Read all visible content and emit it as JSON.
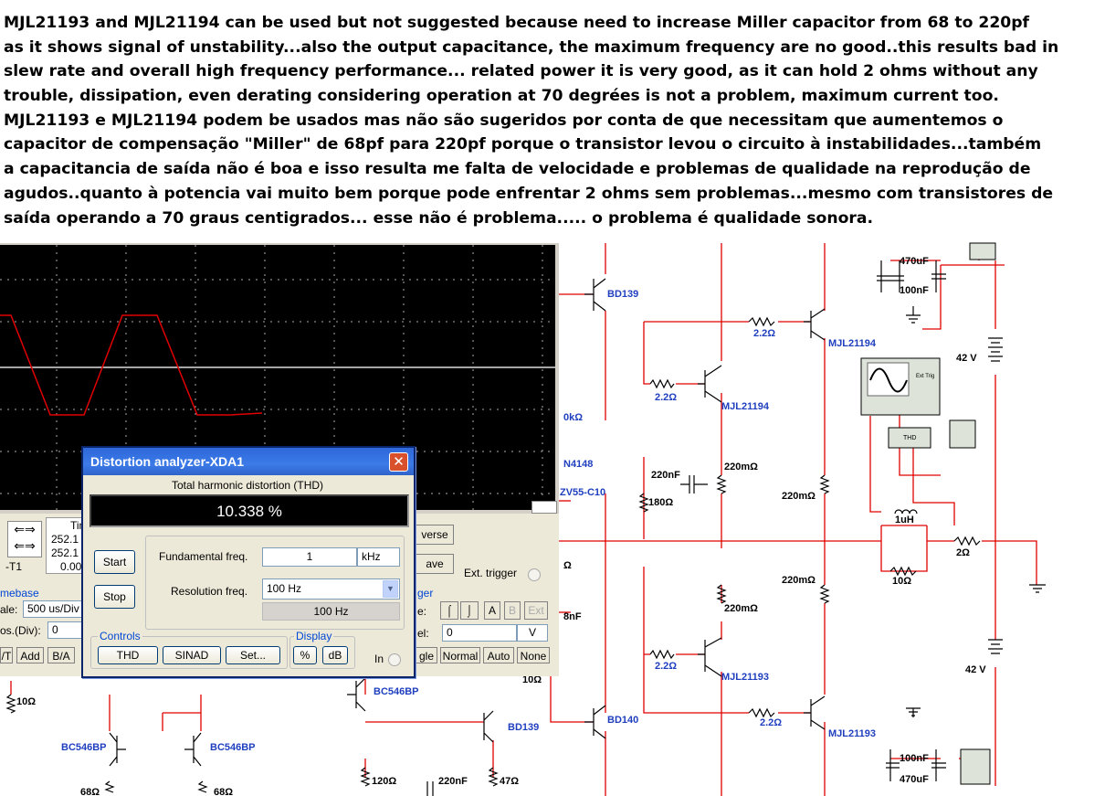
{
  "caption": {
    "lines": [
      "MJL21193 and MJL21194 can be used but not suggested because need to increase Miller capacitor from 68 to 220pf",
      "as it shows signal of unstability...also the output capacitance, the maximum frequency are no good..this results bad in",
      "slew rate and overall high frequency performance... related power it is very good, as it can hold 2 ohms without any",
      "trouble, dissipation, even derating considering operation at 70 degrées is not a problem, maximum current too.",
      "MJL21193 e MJL21194 podem be usados mas não são sugeridos por conta de que necessitam que aumentemos o",
      "capacitor de compensação \"Miller\" de 68pf para 220pf porque o transistor levou o circuito à instabilidades...também",
      "a capacitancia de saída não é boa e isso resulta me falta de velocidade e problemas de qualidade na reprodução de",
      "agudos..quanto à potencia vai muito bem porque pode enfrentar 2 ohms sem problemas...mesmo com transistores de",
      "saída operando a 70 graus centigrados... esse não é problema..... o problema é qualidade sonora."
    ]
  },
  "schematic": {
    "labels": {
      "q_bd139_top": "BD139",
      "q_bd139_bottom": "BD139",
      "q_bd140": "BD140",
      "q_mjl21194_a": "MJL21194",
      "q_mjl21194_b": "MJL21194",
      "q_mjl21193_a": "MJL21193",
      "q_mjl21193_b": "MJL21193",
      "q_bc546_a": "BC546BP",
      "q_bc546_b": "BC546BP",
      "q_bc546_c": "BC546BP",
      "d_1n4148": "N4148",
      "d_bzv55": "ZV55-C10",
      "r_22_a": "2.2Ω",
      "r_22_b": "2.2Ω",
      "r_22_c": "2.2Ω",
      "r_22_d": "2.2Ω",
      "r_220m_a": "220mΩ",
      "r_220m_b": "220mΩ",
      "r_220m_c": "220mΩ",
      "r_220m_d": "220mΩ",
      "c_220nf_mid": "220nF",
      "r_180": "180Ω",
      "r_10k": "0kΩ",
      "r_2": "2Ω",
      "r_10_out": "10Ω",
      "l_1uh": "1uH",
      "c_470_top": "470uF",
      "c_100n_top": "100nF",
      "c_100n_bot": "100nF",
      "c_470_bot": "470uF",
      "v_top": "42 V",
      "v_bot": "42 V",
      "r_10_left": "10Ω",
      "r_10_mid": "10Ω",
      "r_120": "120Ω",
      "c_220nf_bot": "220nF",
      "r_47": "47Ω",
      "r_68_a": "68Ω",
      "r_68_b": "68Ω",
      "c_8nf": "8nF",
      "frag_q": "Ω",
      "thd_inst": "THD",
      "ext_trig": "Ext Trig"
    }
  },
  "oscilloscope": {
    "fragments": {
      "tim": "Tim",
      "t1": "-T1",
      "v1": "252.1",
      "v2": "252.1",
      "v3": "0.00",
      "timebase_header": "mebase",
      "scale_lbl": "ale:",
      "scale_val": "500 us/Div",
      "pos_lbl": "os.(Div):",
      "pos_val": "0",
      "trigger_header": "ger",
      "edge_lbl": "e:",
      "level_lbl": "el:",
      "level_val": "0",
      "level_unit": "V",
      "reverse": "verse",
      "save": "ave",
      "ext_trigger": "Ext. trigger",
      "ab_a": "A",
      "ab_b": "B",
      "ab_ext": "Ext",
      "btn_yt": "/T",
      "btn_add": "Add",
      "btn_ba": "B/A",
      "btn_single": "gle",
      "btn_normal": "Normal",
      "btn_auto": "Auto",
      "btn_none": "None"
    }
  },
  "analyzer": {
    "title": "Distortion analyzer-XDA1",
    "close": "✕",
    "thd_header": "Total harmonic distortion (THD)",
    "thd_value": "10.338 %",
    "start": "Start",
    "stop": "Stop",
    "fundamental_label": "Fundamental freq.",
    "fundamental_value": "1",
    "fundamental_unit": "kHz",
    "resolution_label": "Resolution freq.",
    "resolution_value": "100 Hz",
    "resolution_readout": "100 Hz",
    "controls_label": "Controls",
    "display_label": "Display",
    "btn_thd": "THD",
    "btn_sinad": "SINAD",
    "btn_set": "Set...",
    "btn_percent": "%",
    "btn_db": "dB",
    "in_label": "In"
  }
}
